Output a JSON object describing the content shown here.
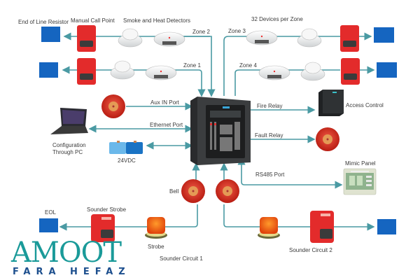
{
  "labels": {
    "eol_resistor": "End of Line Resistor",
    "manual_call_point": "Manual Call Point",
    "smoke_heat": "Smoke and Heat Detectors",
    "devices_per_zone": "32 Devices per Zone",
    "zone1": "Zone 1",
    "zone2": "Zone 2",
    "zone3": "Zone 3",
    "zone4": "Zone 4",
    "aux_in": "Aux IN Port",
    "ethernet": "Ethernet Port",
    "config_line1": "Configuration",
    "config_line2": "Through PC",
    "power": "24VDC",
    "fire_relay": "Fire Relay",
    "access_control": "Access Control",
    "fault_relay": "Fault Relay",
    "rs485": "RS485 Port",
    "mimic_panel": "Mimic Panel",
    "bell": "Bell",
    "eol": "EOL",
    "sounder_strobe": "Sounder Strobe",
    "sounder_circuit1": "Sounder Circuit 1",
    "strobe": "Strobe",
    "sounder_circuit2": "Sounder Circuit 2"
  },
  "logo": {
    "main": "AMOOT",
    "sub": "FARA HEFAZ"
  },
  "colors": {
    "wire": "#4a9aa3",
    "eol_box": "#1565c0",
    "device_red": "#e32b2b",
    "bell_red": "#d42a1f",
    "panel_dark": "#3b3d3f",
    "logo_teal": "#1a9a99",
    "logo_navy": "#1d4f8e"
  }
}
